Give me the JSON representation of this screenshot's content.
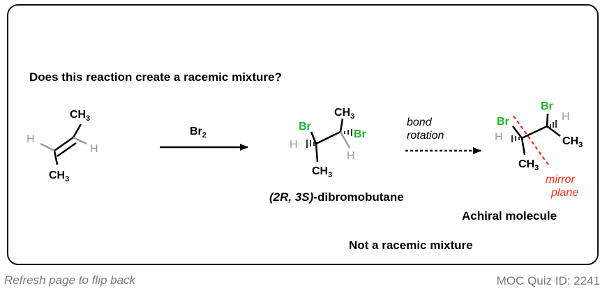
{
  "question": "Does this reaction create a racemic mixture?",
  "reagent": {
    "symbol": "Br",
    "subscript": "2"
  },
  "bond_rotation_label": {
    "line1": "bond",
    "line2": "rotation"
  },
  "product_name": {
    "stereo": "(2R, 3S)",
    "name": "-dibromobutane"
  },
  "mirror_plane_label": {
    "line1": "mirror",
    "line2": "plane"
  },
  "achiral_label": "Achiral molecule",
  "conclusion": "Not a racemic mixture",
  "footer": {
    "left": "Refresh page to flip back",
    "right": "MOC Quiz ID: 2241"
  },
  "atoms": {
    "H": "H",
    "Br": "Br",
    "C": "CH",
    "three": "3"
  },
  "colors": {
    "bromine": "#22b22a",
    "hydrogen": "#9b9b9b",
    "mirror_plane": "#ff2a1a"
  }
}
